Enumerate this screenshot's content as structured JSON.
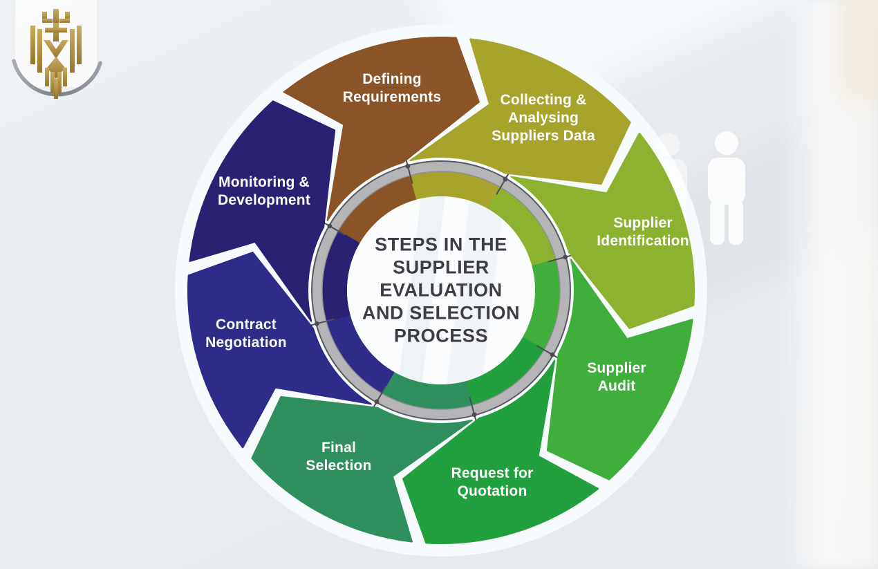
{
  "center": {
    "title": "STEPS IN THE\nSUPPLIER\nEVALUATION\nAND SELECTION\nPROCESS",
    "text_color": "#3e3d41"
  },
  "segments": [
    {
      "id": "defining-requirements",
      "label": "Defining\nRequirements",
      "color": "#8b5426"
    },
    {
      "id": "collecting-analysing",
      "label": "Collecting &\nAnalysing\nSuppliers Data",
      "color": "#a7a42b"
    },
    {
      "id": "supplier-identification",
      "label": "Supplier\nIdentification",
      "color": "#8db230"
    },
    {
      "id": "supplier-audit",
      "label": "Supplier\nAudit",
      "color": "#3fae3a"
    },
    {
      "id": "request-for-quotation",
      "label": "Request for\nQuotation",
      "color": "#21a03d"
    },
    {
      "id": "final-selection",
      "label": "Final\nSelection",
      "color": "#2f8f5e"
    },
    {
      "id": "contract-negotiation",
      "label": "Contract\nNegotiation",
      "color": "#2f2b89"
    },
    {
      "id": "monitoring-development",
      "label": "Monitoring &\nDevelopment",
      "color": "#2a2172"
    }
  ],
  "decor": {
    "background": "#e9edf0",
    "disc_color": "#f8fbfd",
    "ring_fill": "#b5b5b8",
    "ring_outer_edge": "#58585e",
    "ring_inner_edge": "#8d8d92",
    "tick_color": "#4c4c52",
    "label_text_color": "#ffffff",
    "logo_gold": "#b6984a",
    "logo_arc_gray": "#8f959c",
    "people_silhouette_color": "#ffffff"
  }
}
